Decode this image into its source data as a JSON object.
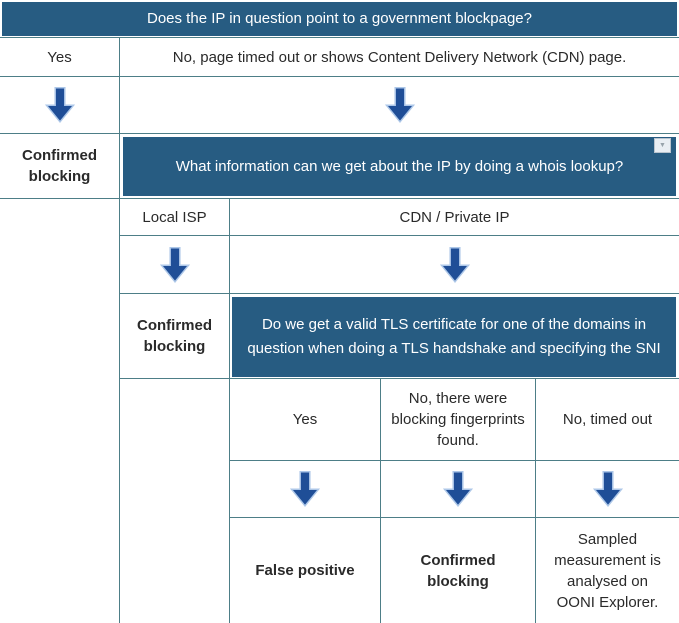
{
  "colors": {
    "header_bg": "#275c82",
    "header_text": "#ffffff",
    "body_text": "#2a2a2a",
    "border": "#4d7e87",
    "arrow_fill": "#1f4e97",
    "arrow_outline": "#adc7e8",
    "dropdown_bg": "#e9eef3",
    "dropdown_border": "#b9c4ce",
    "dropdown_glyph": "#98a3ab"
  },
  "icons": {
    "down_arrow": "⬇",
    "dropdown_marker": "▼"
  },
  "flowchart": {
    "row1": {
      "header": "Does the IP in question point to a government blockpage?"
    },
    "row2": {
      "yes": "Yes",
      "no": "No, page timed out or shows Content Delivery Network (CDN) page."
    },
    "row4": {
      "outcome": "Confirmed blocking",
      "header": "What information can we get about the IP by doing a whois lookup?"
    },
    "row5": {
      "local_isp": "Local ISP",
      "cdn_private_ip": "CDN / Private IP"
    },
    "row7": {
      "outcome": "Confirmed blocking",
      "header": "Do we get a valid TLS certificate for one of the domains in question when doing a TLS handshake and specifying the SNI"
    },
    "row8": {
      "yes": "Yes",
      "no_fingerprints": "No, there were blocking fingerprints found.",
      "no_timed_out": "No, timed out"
    },
    "row10": {
      "false_positive": "False positive",
      "confirmed_blocking": "Confirmed blocking",
      "sampled": "Sampled measurement is analysed on OONI Explorer."
    }
  }
}
